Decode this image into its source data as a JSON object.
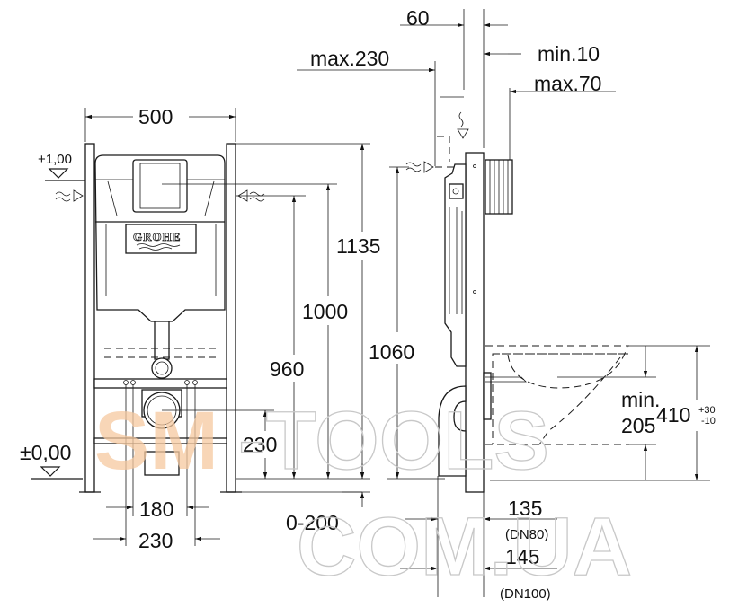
{
  "front_view": {
    "width": "500",
    "level_top": "+1,00",
    "level_zero": "±0,00",
    "h_1135": "1135",
    "h_1000": "1000",
    "h_960": "960",
    "h_230": "230",
    "w_180": "180",
    "w_230": "230",
    "brand_logo": "GROHE"
  },
  "side_view": {
    "d_60": "60",
    "max_230": "max.230",
    "min_10": "min.10",
    "max_70": "max.70",
    "h_1060": "1060",
    "range_0_200": "0-200",
    "min_label": "min.",
    "min_205": "205",
    "h_410": "410",
    "tol_plus": "+30",
    "tol_minus": "-10",
    "d_135": "135",
    "dn80": "(DN80)",
    "d_145": "145",
    "dn100": "(DN100)"
  },
  "watermark": {
    "line1_a": "SM",
    "line1_b": "-TOOLS",
    "line2": "COM.UA"
  }
}
